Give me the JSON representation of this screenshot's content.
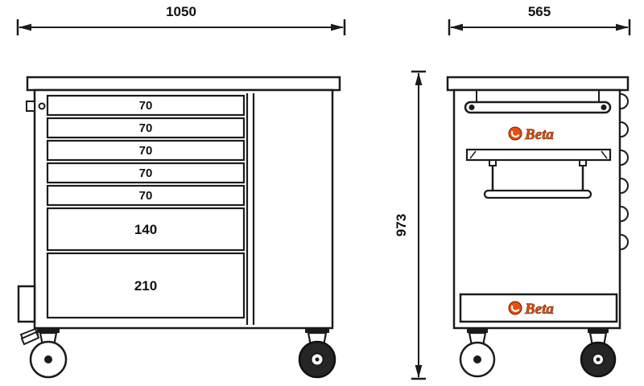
{
  "front": {
    "width_dim": "1050",
    "drawer_labels": [
      "70",
      "70",
      "70",
      "70",
      "70",
      "140",
      "210"
    ]
  },
  "side": {
    "width_dim": "565",
    "height_dim": "973",
    "logo_top": "Beta",
    "logo_bottom": "Beta"
  },
  "colors": {
    "line": "#1b1b1b",
    "brand_orange": "#e8500f",
    "background": "#ffffff"
  }
}
